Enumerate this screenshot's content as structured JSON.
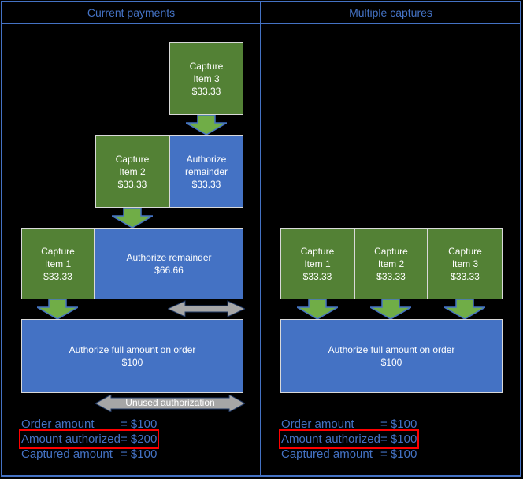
{
  "header": {
    "left_title": "Current payments",
    "right_title": "Multiple captures"
  },
  "colors": {
    "background": "#000000",
    "frame_blue": "#4472C4",
    "box_green": "#538135",
    "box_blue": "#4472C4",
    "box_border_gray": "#D9D9D9",
    "arrow_green": "#70AD47",
    "arrow_green_border": "#4472C4",
    "arrow_gray": "#A6A6A6",
    "arrow_gray_border": "#1F3864",
    "summary_text_blue": "#4472C4",
    "highlight_red": "#FF0000",
    "box_text_white": "#FFFFFF"
  },
  "left_panel": {
    "boxes": {
      "capture_item_3": {
        "lines": [
          "Capture",
          "Item 3",
          "$33.33"
        ]
      },
      "capture_item_2": {
        "lines": [
          "Capture",
          "Item 2",
          "$33.33"
        ]
      },
      "authorize_remainder_small": {
        "lines": [
          "Authorize",
          "remainder",
          "$33.33"
        ]
      },
      "capture_item_1": {
        "lines": [
          "Capture",
          "Item 1",
          "$33.33"
        ]
      },
      "authorize_remainder_large": {
        "lines": [
          "Authorize remainder",
          "$66.66"
        ]
      },
      "authorize_full": {
        "lines": [
          "Authorize full amount on order",
          "$100"
        ]
      }
    },
    "unused_label": "Unused authorization",
    "summary": [
      {
        "label": "Order amount",
        "value": "= $100"
      },
      {
        "label": "Amount authorized",
        "value": "= $200"
      },
      {
        "label": "Captured amount",
        "value": "= $100"
      }
    ]
  },
  "right_panel": {
    "boxes": {
      "capture_item_1": {
        "lines": [
          "Capture",
          "Item 1",
          "$33.33"
        ]
      },
      "capture_item_2": {
        "lines": [
          "Capture",
          "Item 2",
          "$33.33"
        ]
      },
      "capture_item_3": {
        "lines": [
          "Capture",
          "Item 3",
          "$33.33"
        ]
      },
      "authorize_full": {
        "lines": [
          "Authorize full amount on order",
          "$100"
        ]
      }
    },
    "summary": [
      {
        "label": "Order amount",
        "value": "= $100"
      },
      {
        "label": "Amount authorized",
        "value": "= $100"
      },
      {
        "label": "Captured amount",
        "value": "= $100"
      }
    ]
  }
}
